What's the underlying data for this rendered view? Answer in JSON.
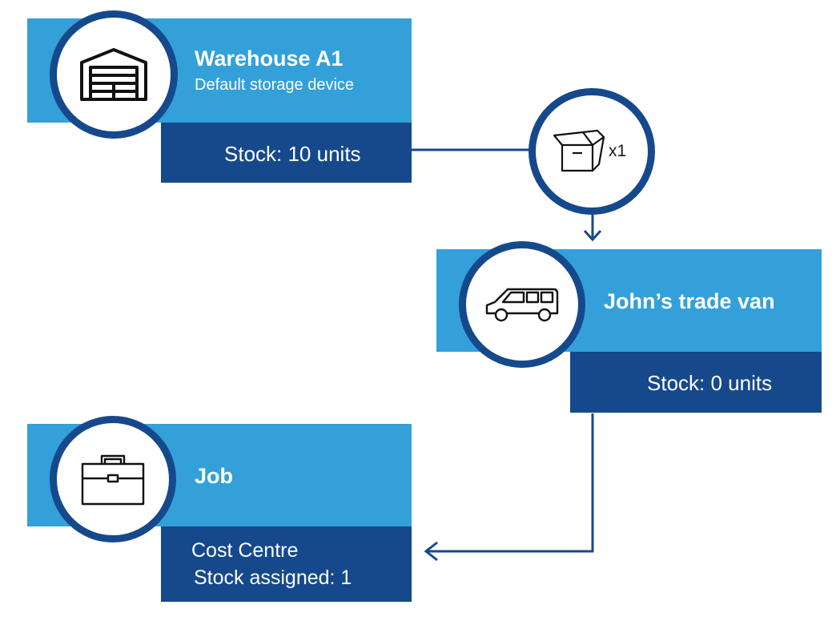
{
  "warehouse": {
    "title": "Warehouse A1",
    "subtitle": "Default storage device",
    "stock": "Stock: 10 units",
    "icon": "warehouse-icon"
  },
  "transfer": {
    "quantity": "x1",
    "icon": "box-icon"
  },
  "van": {
    "title": "John’s trade van",
    "stock": "Stock: 0 units",
    "icon": "van-icon"
  },
  "job": {
    "title": "Job",
    "line1": "Cost Centre",
    "line2": "Stock assigned: 1",
    "icon": "briefcase-icon"
  },
  "colors": {
    "light_blue": "#33a0d9",
    "dark_blue": "#16498c"
  }
}
